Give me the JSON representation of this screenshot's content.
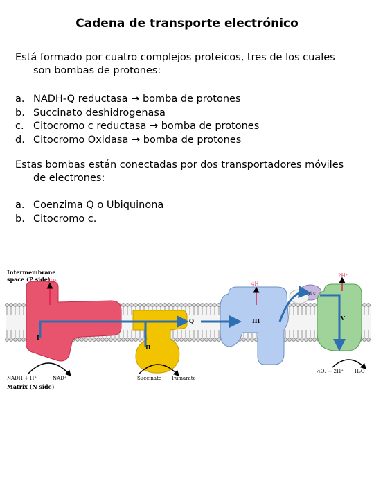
{
  "title": "Cadena de transporte electrónico",
  "intro": {
    "line1": "Está formado por cuatro complejos proteicos, tres de los cuales",
    "line2": "son bombas de protones:"
  },
  "complexes": [
    {
      "marker": "a.",
      "text": "NADH-Q reductasa",
      "arrow": "→",
      "rest": "bomba de protones"
    },
    {
      "marker": "b.",
      "text": "Succinato deshidrogenasa",
      "arrow": "",
      "rest": ""
    },
    {
      "marker": "c.",
      "text": "Citocromo c reductasa",
      "arrow": "→",
      "rest": "bomba de protones"
    },
    {
      "marker": "d.",
      "text": "Citocromo Oxidasa",
      "arrow": "→",
      "rest": "bomba de protones"
    }
  ],
  "carriers_intro": {
    "line1": "Estas bombas están conectadas por dos transportadores móviles",
    "line2": "de electrones:"
  },
  "carriers": [
    {
      "marker": "a.",
      "text": "Coenzima Q o Ubiquinona"
    },
    {
      "marker": "b.",
      "text": "Citocromo c."
    }
  ],
  "diagram": {
    "intermembrane": "Intermembrane",
    "intermembrane2": "space (P side)",
    "matrix": "Matrix (N side)",
    "h1": "4H⁺",
    "h3": "4H⁺",
    "h4": "2H⁺",
    "c1": "I",
    "c2": "II",
    "c3": "III",
    "c4": "IV",
    "q": "Q",
    "cytc": "Cyt c",
    "nadh": "NADH + H⁺",
    "nad": "NAD⁺",
    "succinate": "Succinate",
    "fumarate": "Fumarate",
    "o2": "½O₂ + 2H⁺",
    "h2o": "H₂O",
    "colors": {
      "complex1": "#e8546e",
      "complex2": "#f2c400",
      "complex3": "#b5cdf0",
      "complex4": "#9fd39a",
      "arrow": "#2d6fb0",
      "label_red": "#e0204a"
    }
  }
}
